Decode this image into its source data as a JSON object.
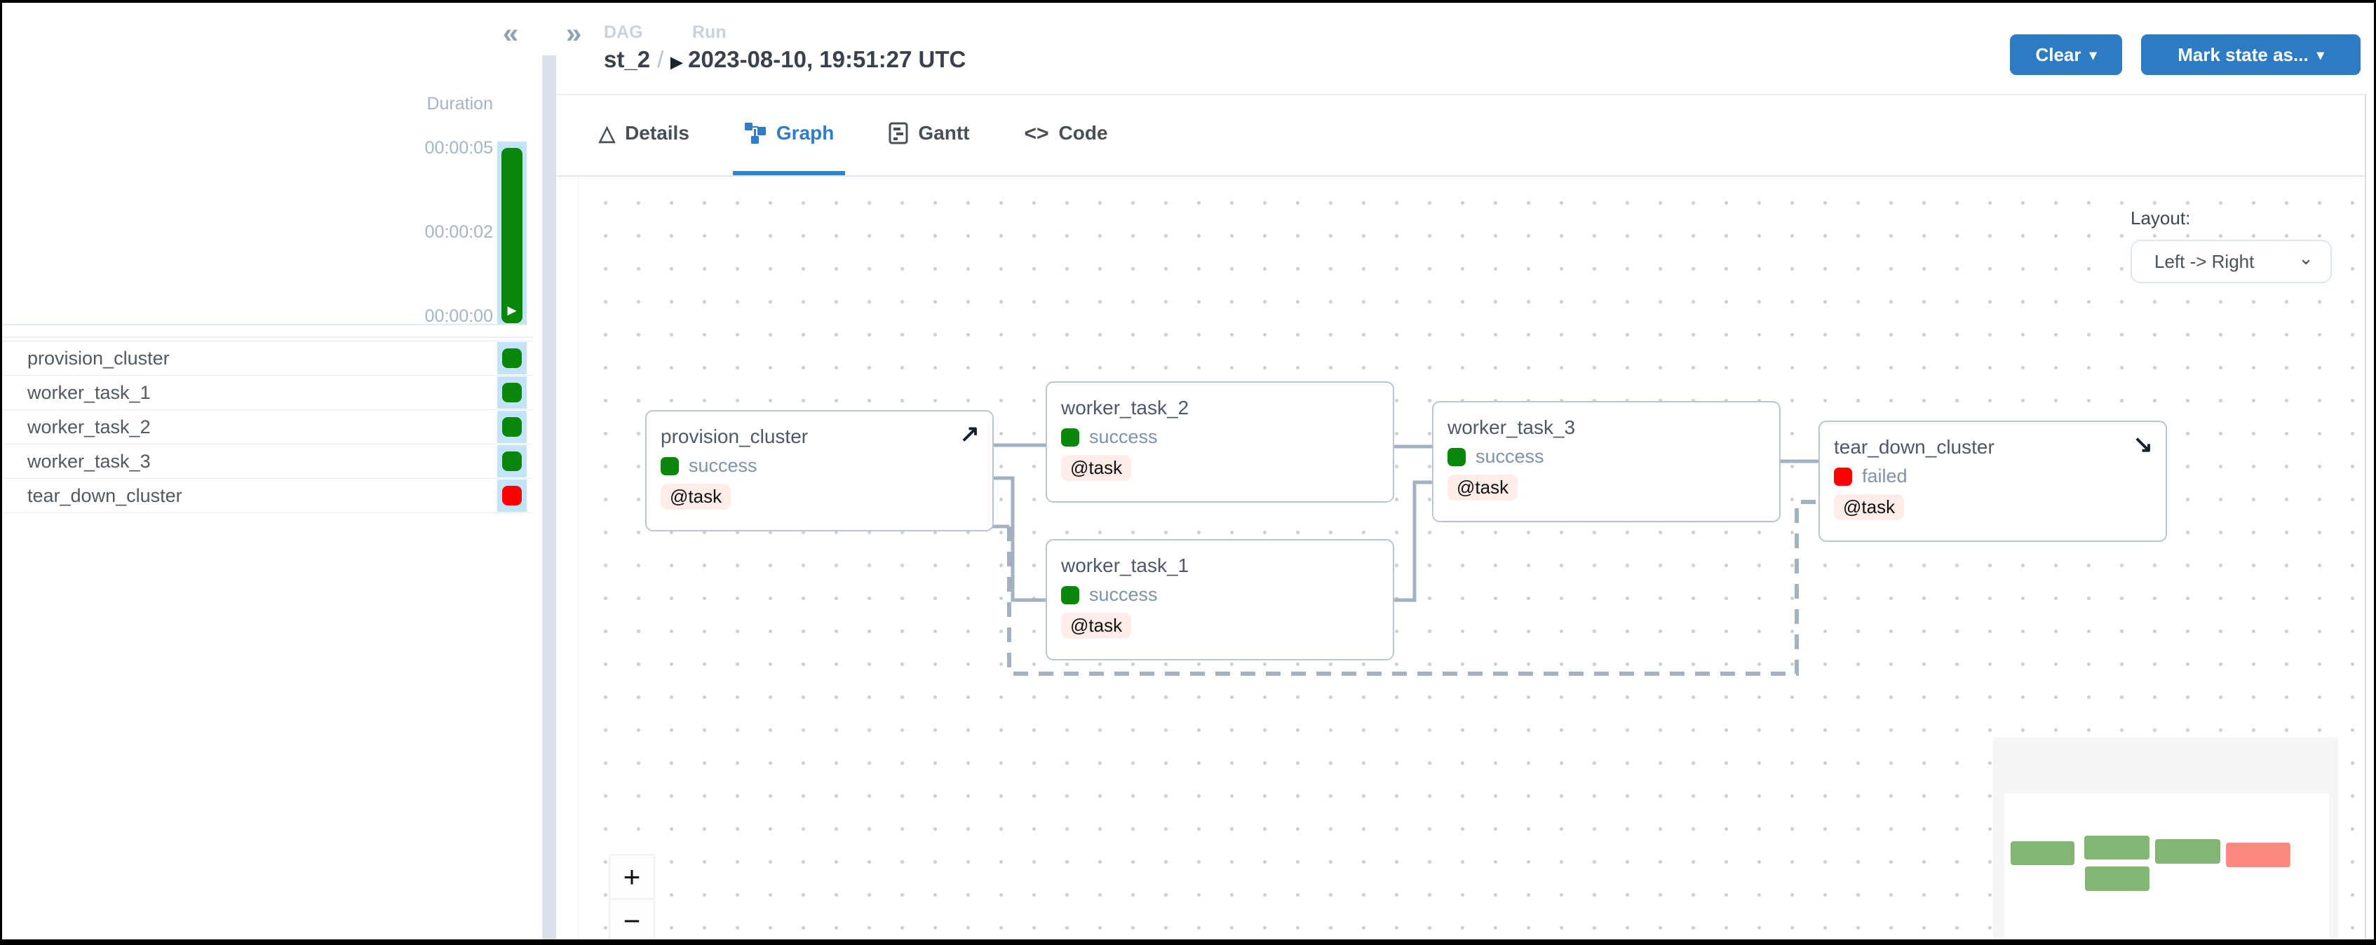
{
  "colors": {
    "accent_blue": "#2d7cc3",
    "tab_active_blue": "#3182ce",
    "success_green": "#088708",
    "failed_red": "#ff0000",
    "selection_lightblue": "#c3e4f8",
    "minimap_green": "#83b573",
    "minimap_red": "#fb897d",
    "edge_gray": "#a3b2c3",
    "task_badge_bg": "#fdece8"
  },
  "sidebar": {
    "collapse_icon": "«",
    "duration_label": "Duration",
    "ticks": [
      "00:00:05",
      "00:00:02",
      "00:00:00"
    ],
    "play_icon": "▶",
    "tasks": [
      {
        "name": "provision_cluster",
        "status": "success"
      },
      {
        "name": "worker_task_1",
        "status": "success"
      },
      {
        "name": "worker_task_2",
        "status": "success"
      },
      {
        "name": "worker_task_3",
        "status": "success"
      },
      {
        "name": "tear_down_cluster",
        "status": "failed"
      }
    ]
  },
  "header": {
    "expand_icon": "»",
    "breadcrumb": {
      "dag_label": "DAG",
      "run_label": "Run"
    },
    "dag_id": "st_2",
    "separator": "/",
    "run_indicator": "▶",
    "run_timestamp": "2023-08-10, 19:51:27 UTC",
    "buttons": [
      {
        "label": "Clear",
        "caret": "▾"
      },
      {
        "label": "Mark state as...",
        "caret": "▾"
      }
    ]
  },
  "tabs": [
    {
      "label": "Details",
      "icon": "details-icon",
      "active": false
    },
    {
      "label": "Graph",
      "icon": "graph-icon",
      "active": true
    },
    {
      "label": "Gantt",
      "icon": "gantt-icon",
      "active": false
    },
    {
      "label": "Code",
      "icon": "code-icon",
      "active": false
    }
  ],
  "tab_icons": {
    "details": "△",
    "code": "<>"
  },
  "graph": {
    "layout_label": "Layout:",
    "layout_value": "Left -> Right",
    "layout_caret": "⌄",
    "zoom_in": "+",
    "zoom_out": "−",
    "nodes": [
      {
        "name": "provision_cluster",
        "status": "success",
        "decorator": "@task",
        "corner_icon": "↗"
      },
      {
        "name": "worker_task_2",
        "status": "success",
        "decorator": "@task",
        "corner_icon": ""
      },
      {
        "name": "worker_task_1",
        "status": "success",
        "decorator": "@task",
        "corner_icon": ""
      },
      {
        "name": "worker_task_3",
        "status": "success",
        "decorator": "@task",
        "corner_icon": ""
      },
      {
        "name": "tear_down_cluster",
        "status": "failed",
        "decorator": "@task",
        "corner_icon": "↘"
      }
    ],
    "edges": [
      {
        "from": "provision_cluster",
        "to": "worker_task_2",
        "style": "solid"
      },
      {
        "from": "provision_cluster",
        "to": "worker_task_1",
        "style": "solid"
      },
      {
        "from": "worker_task_2",
        "to": "worker_task_3",
        "style": "solid"
      },
      {
        "from": "worker_task_1",
        "to": "worker_task_3",
        "style": "solid"
      },
      {
        "from": "worker_task_3",
        "to": "tear_down_cluster",
        "style": "solid"
      },
      {
        "from": "provision_cluster",
        "to": "tear_down_cluster",
        "style": "dashed"
      }
    ]
  },
  "minimap": {
    "blocks": [
      "success",
      "success",
      "success",
      "success",
      "failed"
    ]
  }
}
